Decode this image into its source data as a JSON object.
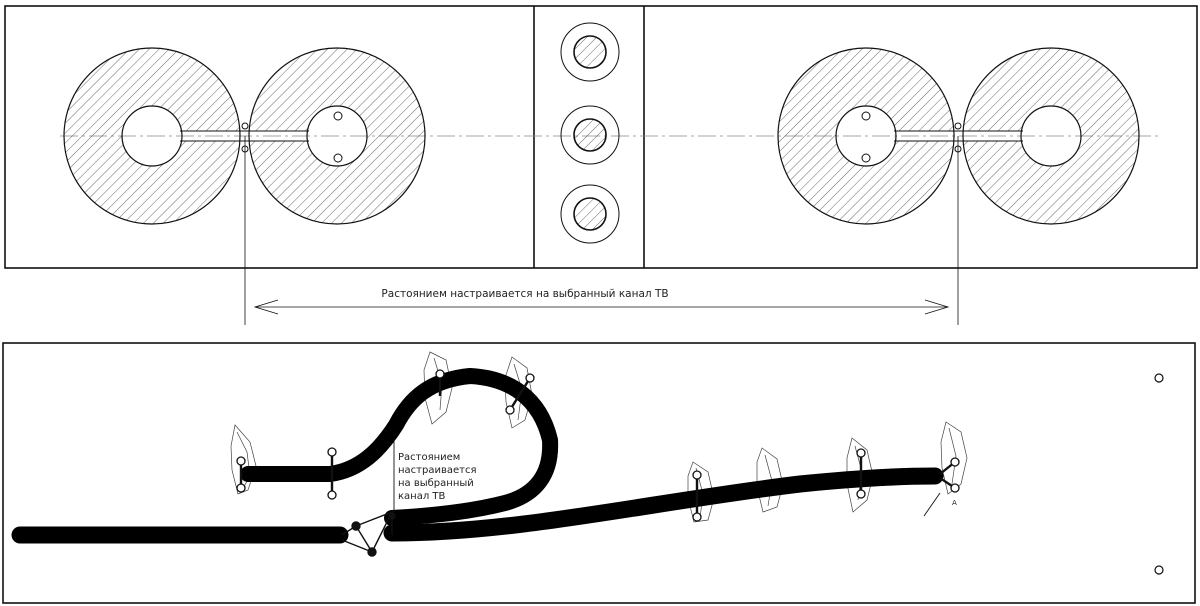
{
  "top_view": {
    "dimension_label": "Растоянием настраивается на выбранный канал ТВ"
  },
  "bottom_view": {
    "callout_lines": [
      "Растоянием",
      "настраивается",
      "на выбранный",
      "канал ТВ"
    ],
    "marker_label": "А"
  },
  "colors": {
    "line": "#111111",
    "hatch": "#444444",
    "centerline": "#888888",
    "cable": "#000000",
    "background": "#ffffff"
  }
}
